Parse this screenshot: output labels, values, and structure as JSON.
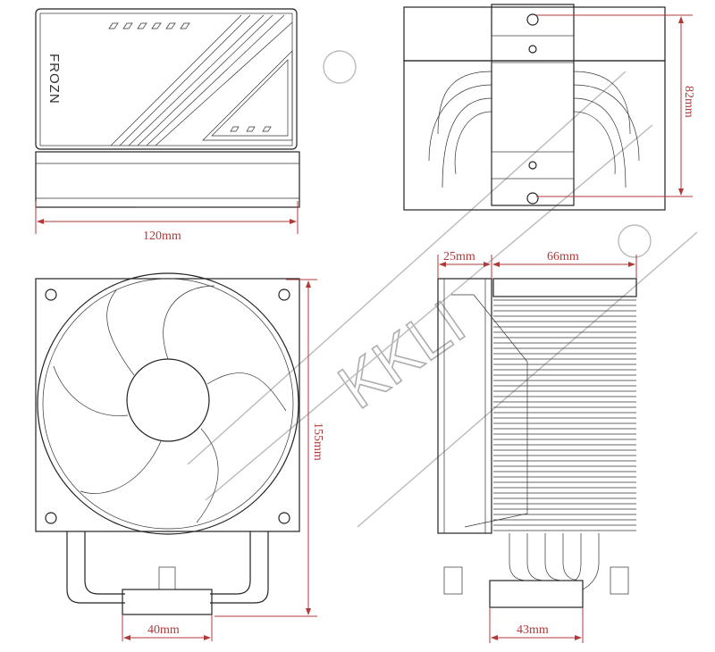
{
  "colors": {
    "dimension": "#b03a3a",
    "line": "#222222",
    "watermark": "#9a9a9a"
  },
  "views": {
    "top": {
      "brand": "FROZN",
      "width_label": "120mm"
    },
    "front_top": {
      "height_label": "82mm"
    },
    "front": {
      "height_label": "155mm",
      "base_width_label": "40mm"
    },
    "side": {
      "fan_depth_label": "25mm",
      "heatsink_depth_label": "66mm",
      "base_width_label": "43mm"
    }
  },
  "watermark": {
    "text": "KKLI"
  }
}
